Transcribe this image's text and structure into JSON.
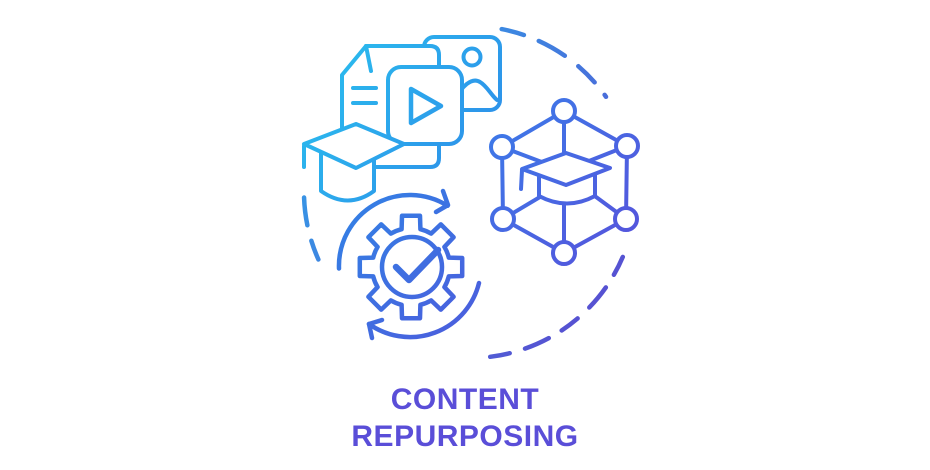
{
  "title": {
    "line1": "CONTENT",
    "line2": "REPURPOSING"
  },
  "colors": {
    "background": "#ffffff",
    "title_purple": "#5a4ed8",
    "docs_gradient_start": "#2abdee",
    "docs_gradient_end": "#2e8ce9",
    "cube_gradient_start": "#3b7ce9",
    "cube_gradient_end": "#5751db",
    "gear_gradient_start": "#3282e5",
    "gear_gradient_end": "#4c5cdd",
    "dash_gradient_start": "#2fa5ea",
    "dash_gradient_end": "#5c45ce"
  },
  "icons": [
    {
      "name": "dashed-circle-frame",
      "depicts": "dashed circle outline around the concept icons"
    },
    {
      "name": "document-icon",
      "depicts": "page with folded corner and text lines"
    },
    {
      "name": "image-file-icon",
      "depicts": "picture card with sun and mountain"
    },
    {
      "name": "video-file-icon",
      "depicts": "card with play button"
    },
    {
      "name": "graduation-cap-icon",
      "depicts": "mortarboard graduation cap"
    },
    {
      "name": "network-cube-graduation-icon",
      "depicts": "cube network of nodes with graduation cap inside"
    },
    {
      "name": "gear-check-sync-icon",
      "depicts": "gear with checkmark surrounded by circular refresh arrows"
    }
  ]
}
